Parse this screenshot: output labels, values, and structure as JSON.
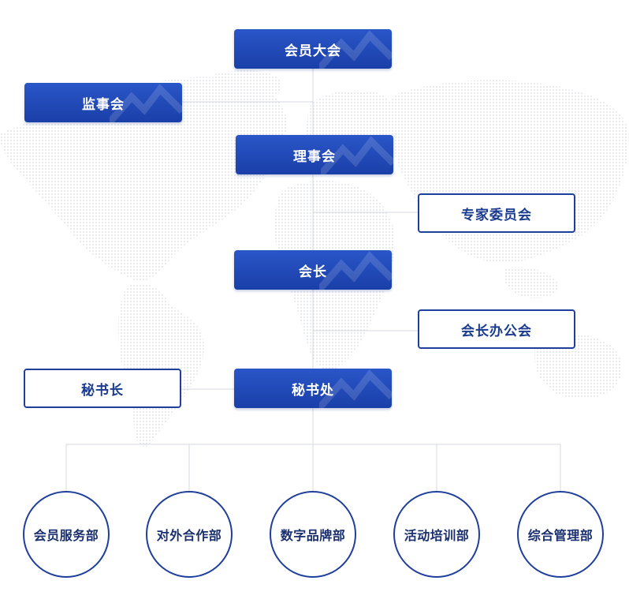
{
  "nodes": {
    "general_assembly": "会员大会",
    "supervisory_board": "监事会",
    "council": "理事会",
    "expert_committee": "专家委员会",
    "president": "会长",
    "president_office": "会长办公会",
    "secretariat": "秘书处",
    "secretary_general": "秘书长"
  },
  "departments": [
    {
      "label": "会员服务部"
    },
    {
      "label": "对外合作部"
    },
    {
      "label": "数字品牌部"
    },
    {
      "label": "活动培训部"
    },
    {
      "label": "综合管理部"
    }
  ],
  "colors": {
    "node_fill": "#1a3fa8",
    "node_border": "#1f3f9c",
    "connector": "#d4d8e0",
    "map_dots": "#e9ebef"
  }
}
